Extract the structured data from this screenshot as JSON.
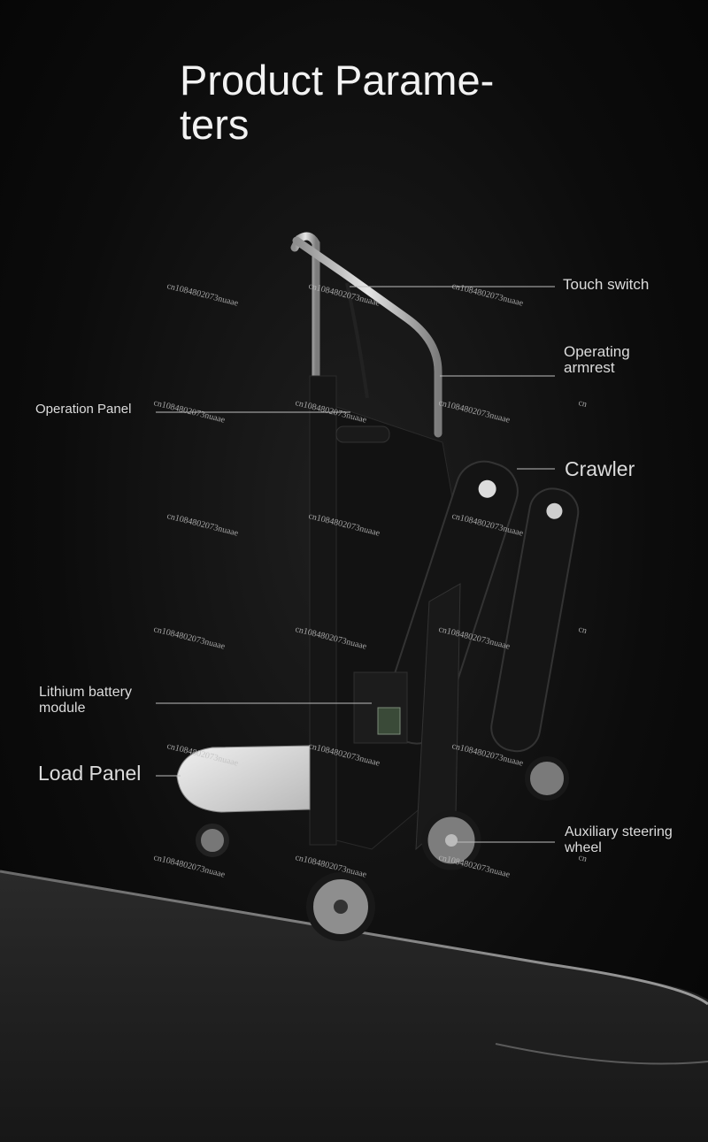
{
  "title": {
    "line1": "Product Parame-",
    "line2": "ters"
  },
  "labels": {
    "touch_switch": "Touch switch",
    "operating_armrest_1": "Operating",
    "operating_armrest_2": "armrest",
    "operation_panel": "Operation Panel",
    "crawler": "Crawler",
    "lithium_1": "Lithium battery",
    "lithium_2": "module",
    "load_panel": "Load Panel",
    "aux_1": "Auxiliary steering",
    "aux_2": "wheel"
  },
  "watermark": "cn1084802073nuaae",
  "watermark_short": "cn"
}
